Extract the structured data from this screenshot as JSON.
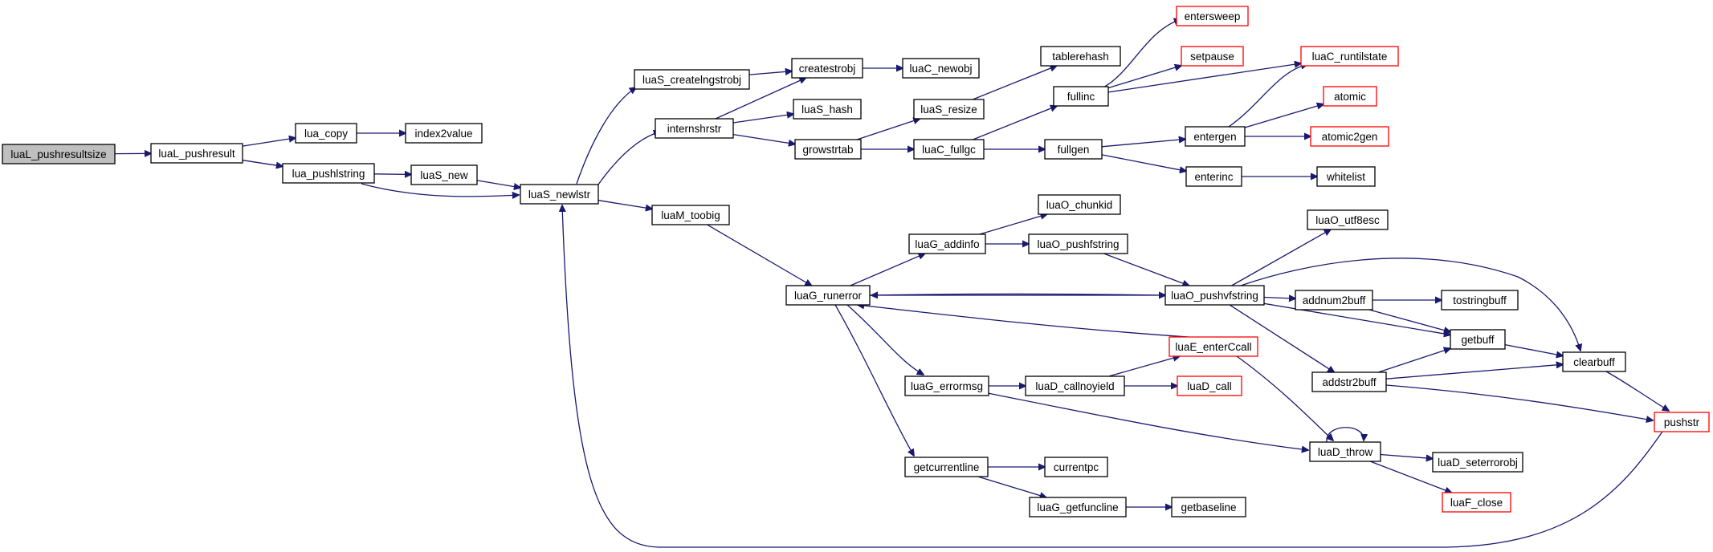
{
  "graph": {
    "root_fill": "#bfbfbf",
    "edge_color": "#191970",
    "truncated_border_color": "#ff0000",
    "nodes": [
      {
        "id": "luaL_pushresultsize",
        "label": "luaL_pushresultsize",
        "root": true
      },
      {
        "id": "luaL_pushresult",
        "label": "luaL_pushresult"
      },
      {
        "id": "lua_copy",
        "label": "lua_copy"
      },
      {
        "id": "index2value",
        "label": "index2value"
      },
      {
        "id": "lua_pushlstring",
        "label": "lua_pushlstring"
      },
      {
        "id": "luaS_new",
        "label": "luaS_new"
      },
      {
        "id": "luaS_newlstr",
        "label": "luaS_newlstr"
      },
      {
        "id": "luaS_createlngstrobj",
        "label": "luaS_createlngstrobj"
      },
      {
        "id": "internshrstr",
        "label": "internshrstr"
      },
      {
        "id": "luaM_toobig",
        "label": "luaM_toobig"
      },
      {
        "id": "createstrobj",
        "label": "createstrobj"
      },
      {
        "id": "luaC_newobj",
        "label": "luaC_newobj"
      },
      {
        "id": "luaS_hash",
        "label": "luaS_hash"
      },
      {
        "id": "growstrtab",
        "label": "growstrtab"
      },
      {
        "id": "luaS_resize",
        "label": "luaS_resize"
      },
      {
        "id": "tablerehash",
        "label": "tablerehash"
      },
      {
        "id": "luaC_fullgc",
        "label": "luaC_fullgc"
      },
      {
        "id": "fullinc",
        "label": "fullinc"
      },
      {
        "id": "fullgen",
        "label": "fullgen"
      },
      {
        "id": "entersweep",
        "label": "entersweep",
        "truncated": true
      },
      {
        "id": "setpause",
        "label": "setpause",
        "truncated": true
      },
      {
        "id": "luaC_runtilstate",
        "label": "luaC_runtilstate",
        "truncated": true
      },
      {
        "id": "atomic",
        "label": "atomic",
        "truncated": true
      },
      {
        "id": "entergen",
        "label": "entergen"
      },
      {
        "id": "atomic2gen",
        "label": "atomic2gen",
        "truncated": true
      },
      {
        "id": "enterinc",
        "label": "enterinc"
      },
      {
        "id": "whitelist",
        "label": "whitelist"
      },
      {
        "id": "luaO_chunkid",
        "label": "luaO_chunkid"
      },
      {
        "id": "luaG_addinfo",
        "label": "luaG_addinfo"
      },
      {
        "id": "luaO_pushfstring",
        "label": "luaO_pushfstring"
      },
      {
        "id": "luaO_utf8esc",
        "label": "luaO_utf8esc"
      },
      {
        "id": "luaG_runerror",
        "label": "luaG_runerror"
      },
      {
        "id": "luaO_pushvfstring",
        "label": "luaO_pushvfstring"
      },
      {
        "id": "addnum2buff",
        "label": "addnum2buff"
      },
      {
        "id": "tostringbuff",
        "label": "tostringbuff"
      },
      {
        "id": "getbuff",
        "label": "getbuff"
      },
      {
        "id": "luaE_enterCcall",
        "label": "luaE_enterCcall",
        "truncated": true
      },
      {
        "id": "clearbuff",
        "label": "clearbuff"
      },
      {
        "id": "addstr2buff",
        "label": "addstr2buff"
      },
      {
        "id": "luaG_errormsg",
        "label": "luaG_errormsg"
      },
      {
        "id": "luaD_callnoyield",
        "label": "luaD_callnoyield"
      },
      {
        "id": "luaD_call",
        "label": "luaD_call",
        "truncated": true
      },
      {
        "id": "pushstr",
        "label": "pushstr",
        "truncated": true
      },
      {
        "id": "luaD_throw",
        "label": "luaD_throw"
      },
      {
        "id": "luaD_seterrorobj",
        "label": "luaD_seterrorobj"
      },
      {
        "id": "luaF_close",
        "label": "luaF_close",
        "truncated": true
      },
      {
        "id": "getcurrentline",
        "label": "getcurrentline"
      },
      {
        "id": "currentpc",
        "label": "currentpc"
      },
      {
        "id": "luaG_getfuncline",
        "label": "luaG_getfuncline"
      },
      {
        "id": "getbaseline",
        "label": "getbaseline"
      }
    ],
    "edges": [
      [
        "luaL_pushresultsize",
        "luaL_pushresult"
      ],
      [
        "luaL_pushresult",
        "lua_copy"
      ],
      [
        "luaL_pushresult",
        "lua_pushlstring"
      ],
      [
        "lua_copy",
        "index2value"
      ],
      [
        "lua_pushlstring",
        "luaS_new"
      ],
      [
        "lua_pushlstring",
        "luaS_newlstr"
      ],
      [
        "luaS_new",
        "luaS_newlstr"
      ],
      [
        "luaS_newlstr",
        "luaS_createlngstrobj"
      ],
      [
        "luaS_newlstr",
        "internshrstr"
      ],
      [
        "luaS_newlstr",
        "luaM_toobig"
      ],
      [
        "luaS_createlngstrobj",
        "createstrobj"
      ],
      [
        "createstrobj",
        "luaC_newobj"
      ],
      [
        "internshrstr",
        "createstrobj"
      ],
      [
        "internshrstr",
        "luaS_hash"
      ],
      [
        "internshrstr",
        "growstrtab"
      ],
      [
        "growstrtab",
        "luaS_resize"
      ],
      [
        "growstrtab",
        "luaC_fullgc"
      ],
      [
        "luaS_resize",
        "tablerehash"
      ],
      [
        "luaC_fullgc",
        "fullinc"
      ],
      [
        "luaC_fullgc",
        "fullgen"
      ],
      [
        "fullinc",
        "entersweep"
      ],
      [
        "fullinc",
        "setpause"
      ],
      [
        "fullinc",
        "luaC_runtilstate"
      ],
      [
        "fullgen",
        "entergen"
      ],
      [
        "fullgen",
        "enterinc"
      ],
      [
        "entergen",
        "luaC_runtilstate"
      ],
      [
        "entergen",
        "atomic"
      ],
      [
        "entergen",
        "atomic2gen"
      ],
      [
        "enterinc",
        "whitelist"
      ],
      [
        "luaM_toobig",
        "luaG_runerror"
      ],
      [
        "luaG_runerror",
        "luaG_addinfo"
      ],
      [
        "luaG_runerror",
        "luaO_pushvfstring"
      ],
      [
        "luaG_runerror",
        "luaG_errormsg"
      ],
      [
        "luaG_runerror",
        "getcurrentline"
      ],
      [
        "luaG_addinfo",
        "luaO_chunkid"
      ],
      [
        "luaG_addinfo",
        "luaO_pushfstring"
      ],
      [
        "luaO_pushfstring",
        "luaO_pushvfstring"
      ],
      [
        "luaO_pushvfstring",
        "luaG_runerror"
      ],
      [
        "luaO_pushvfstring",
        "luaO_utf8esc"
      ],
      [
        "luaO_pushvfstring",
        "addnum2buff"
      ],
      [
        "luaO_pushvfstring",
        "getbuff"
      ],
      [
        "luaO_pushvfstring",
        "addstr2buff"
      ],
      [
        "luaO_pushvfstring",
        "clearbuff"
      ],
      [
        "addnum2buff",
        "tostringbuff"
      ],
      [
        "addnum2buff",
        "getbuff"
      ],
      [
        "addstr2buff",
        "getbuff"
      ],
      [
        "addstr2buff",
        "clearbuff"
      ],
      [
        "addstr2buff",
        "pushstr"
      ],
      [
        "getbuff",
        "clearbuff"
      ],
      [
        "clearbuff",
        "pushstr"
      ],
      [
        "pushstr",
        "luaS_newlstr"
      ],
      [
        "luaE_enterCcall",
        "luaG_runerror"
      ],
      [
        "luaE_enterCcall",
        "luaD_throw"
      ],
      [
        "luaG_errormsg",
        "luaD_callnoyield"
      ],
      [
        "luaG_errormsg",
        "luaD_throw"
      ],
      [
        "luaD_callnoyield",
        "luaE_enterCcall"
      ],
      [
        "luaD_callnoyield",
        "luaD_call"
      ],
      [
        "luaD_throw",
        "luaD_throw"
      ],
      [
        "luaD_throw",
        "luaD_seterrorobj"
      ],
      [
        "luaD_throw",
        "luaF_close"
      ],
      [
        "getcurrentline",
        "currentpc"
      ],
      [
        "getcurrentline",
        "luaG_getfuncline"
      ],
      [
        "luaG_getfuncline",
        "getbaseline"
      ]
    ]
  }
}
